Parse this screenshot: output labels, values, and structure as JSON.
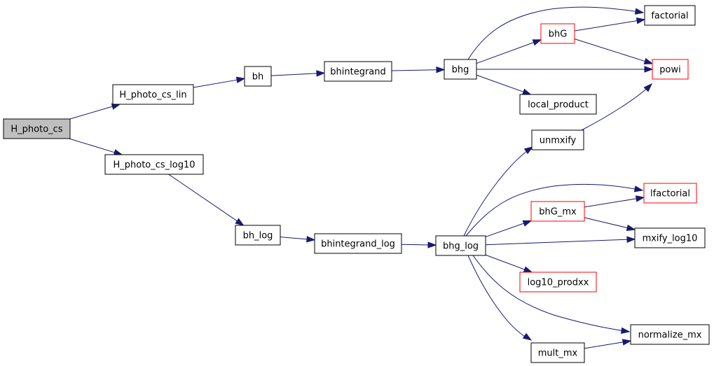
{
  "colors": {
    "edge": "#191970",
    "border_default": "#000000",
    "border_truncated": "#ff0000",
    "fill_root": "#bfbfbf",
    "fill_default": "#ffffff"
  },
  "nodes": {
    "H_photo_cs": {
      "label": "H_photo_cs",
      "style": "root"
    },
    "H_photo_cs_lin": {
      "label": "H_photo_cs_lin",
      "style": "default"
    },
    "H_photo_cs_log10": {
      "label": "H_photo_cs_log10",
      "style": "default"
    },
    "bh": {
      "label": "bh",
      "style": "default"
    },
    "bhintegrand": {
      "label": "bhintegrand",
      "style": "default"
    },
    "bhg": {
      "label": "bhg",
      "style": "default"
    },
    "factorial": {
      "label": "factorial",
      "style": "default"
    },
    "bhG": {
      "label": "bhG",
      "style": "truncated"
    },
    "powi": {
      "label": "powi",
      "style": "truncated"
    },
    "local_product": {
      "label": "local_product",
      "style": "default"
    },
    "unmxify": {
      "label": "unmxify",
      "style": "default"
    },
    "bh_log": {
      "label": "bh_log",
      "style": "default"
    },
    "bhintegrand_log": {
      "label": "bhintegrand_log",
      "style": "default"
    },
    "bhg_log": {
      "label": "bhg_log",
      "style": "default"
    },
    "lfactorial": {
      "label": "lfactorial",
      "style": "truncated"
    },
    "bhG_mx": {
      "label": "bhG_mx",
      "style": "truncated"
    },
    "mxify_log10": {
      "label": "mxify_log10",
      "style": "default"
    },
    "log10_prodxx": {
      "label": "log10_prodxx",
      "style": "truncated"
    },
    "normalize_mx": {
      "label": "normalize_mx",
      "style": "default"
    },
    "mult_mx": {
      "label": "mult_mx",
      "style": "default"
    }
  },
  "edges": [
    [
      "H_photo_cs",
      "H_photo_cs_lin"
    ],
    [
      "H_photo_cs",
      "H_photo_cs_log10"
    ],
    [
      "H_photo_cs_lin",
      "bh"
    ],
    [
      "bh",
      "bhintegrand"
    ],
    [
      "bhintegrand",
      "bhg"
    ],
    [
      "bhg",
      "factorial"
    ],
    [
      "bhg",
      "bhG"
    ],
    [
      "bhg",
      "powi"
    ],
    [
      "bhg",
      "local_product"
    ],
    [
      "bhG",
      "factorial"
    ],
    [
      "bhG",
      "powi"
    ],
    [
      "unmxify",
      "powi"
    ],
    [
      "H_photo_cs_log10",
      "bh_log"
    ],
    [
      "bh_log",
      "bhintegrand_log"
    ],
    [
      "bhintegrand_log",
      "bhg_log"
    ],
    [
      "bhg_log",
      "unmxify"
    ],
    [
      "bhg_log",
      "lfactorial"
    ],
    [
      "bhg_log",
      "bhG_mx"
    ],
    [
      "bhg_log",
      "mxify_log10"
    ],
    [
      "bhg_log",
      "log10_prodxx"
    ],
    [
      "bhg_log",
      "normalize_mx"
    ],
    [
      "bhg_log",
      "mult_mx"
    ],
    [
      "bhG_mx",
      "lfactorial"
    ],
    [
      "bhG_mx",
      "mxify_log10"
    ],
    [
      "mult_mx",
      "normalize_mx"
    ]
  ]
}
